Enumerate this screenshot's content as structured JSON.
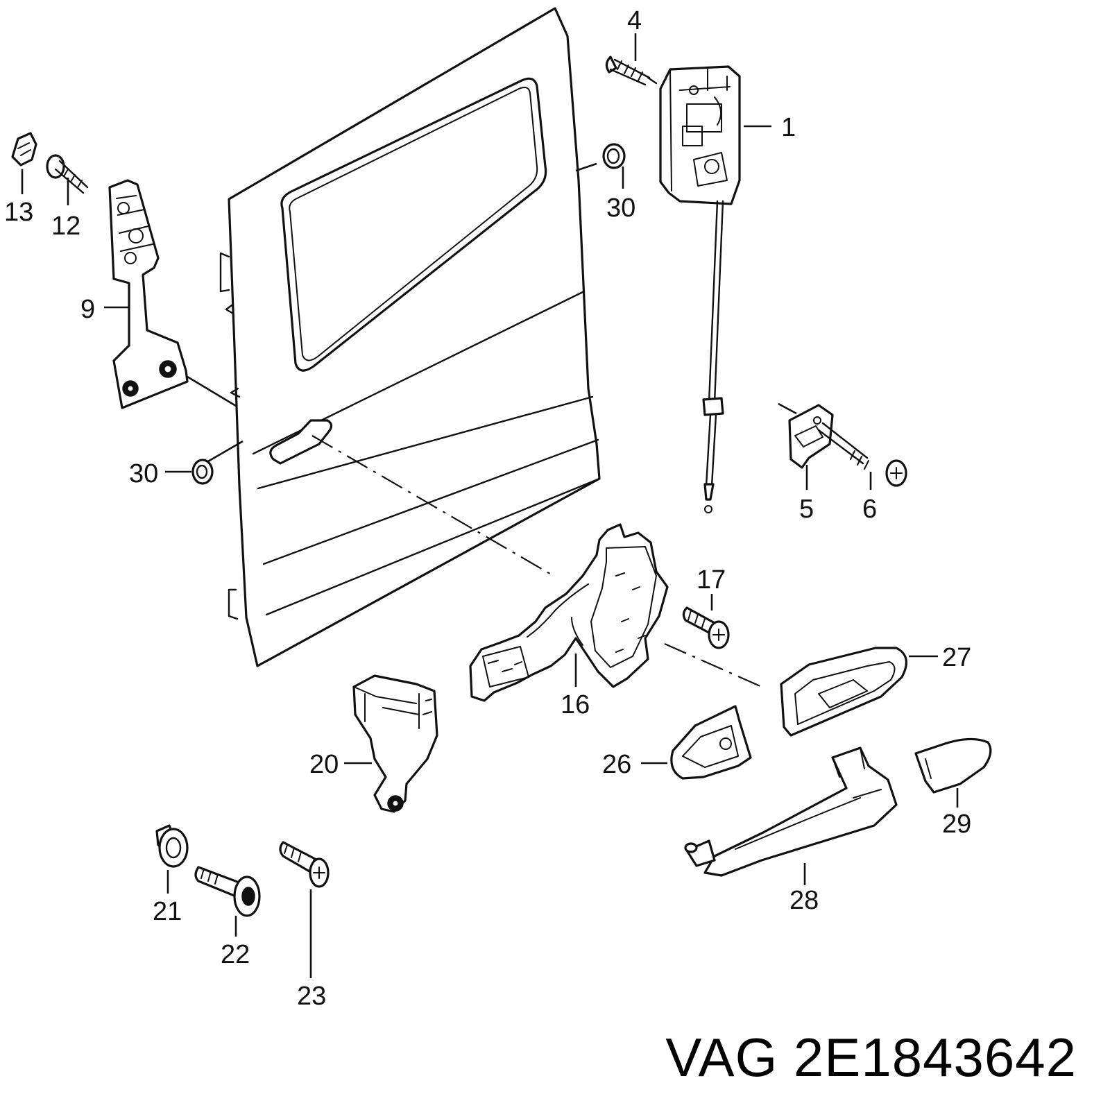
{
  "callouts": {
    "c1": "1",
    "c4": "4",
    "c5": "5",
    "c6": "6",
    "c9": "9",
    "c12": "12",
    "c13": "13",
    "c16": "16",
    "c17": "17",
    "c20": "20",
    "c21": "21",
    "c22": "22",
    "c23": "23",
    "c26": "26",
    "c27": "27",
    "c28": "28",
    "c29": "29",
    "c30a": "30",
    "c30b": "30"
  },
  "footer": {
    "brand": "VAG",
    "part_number": "2E1843642"
  },
  "colors": {
    "ink": "#111111",
    "background": "#ffffff"
  }
}
